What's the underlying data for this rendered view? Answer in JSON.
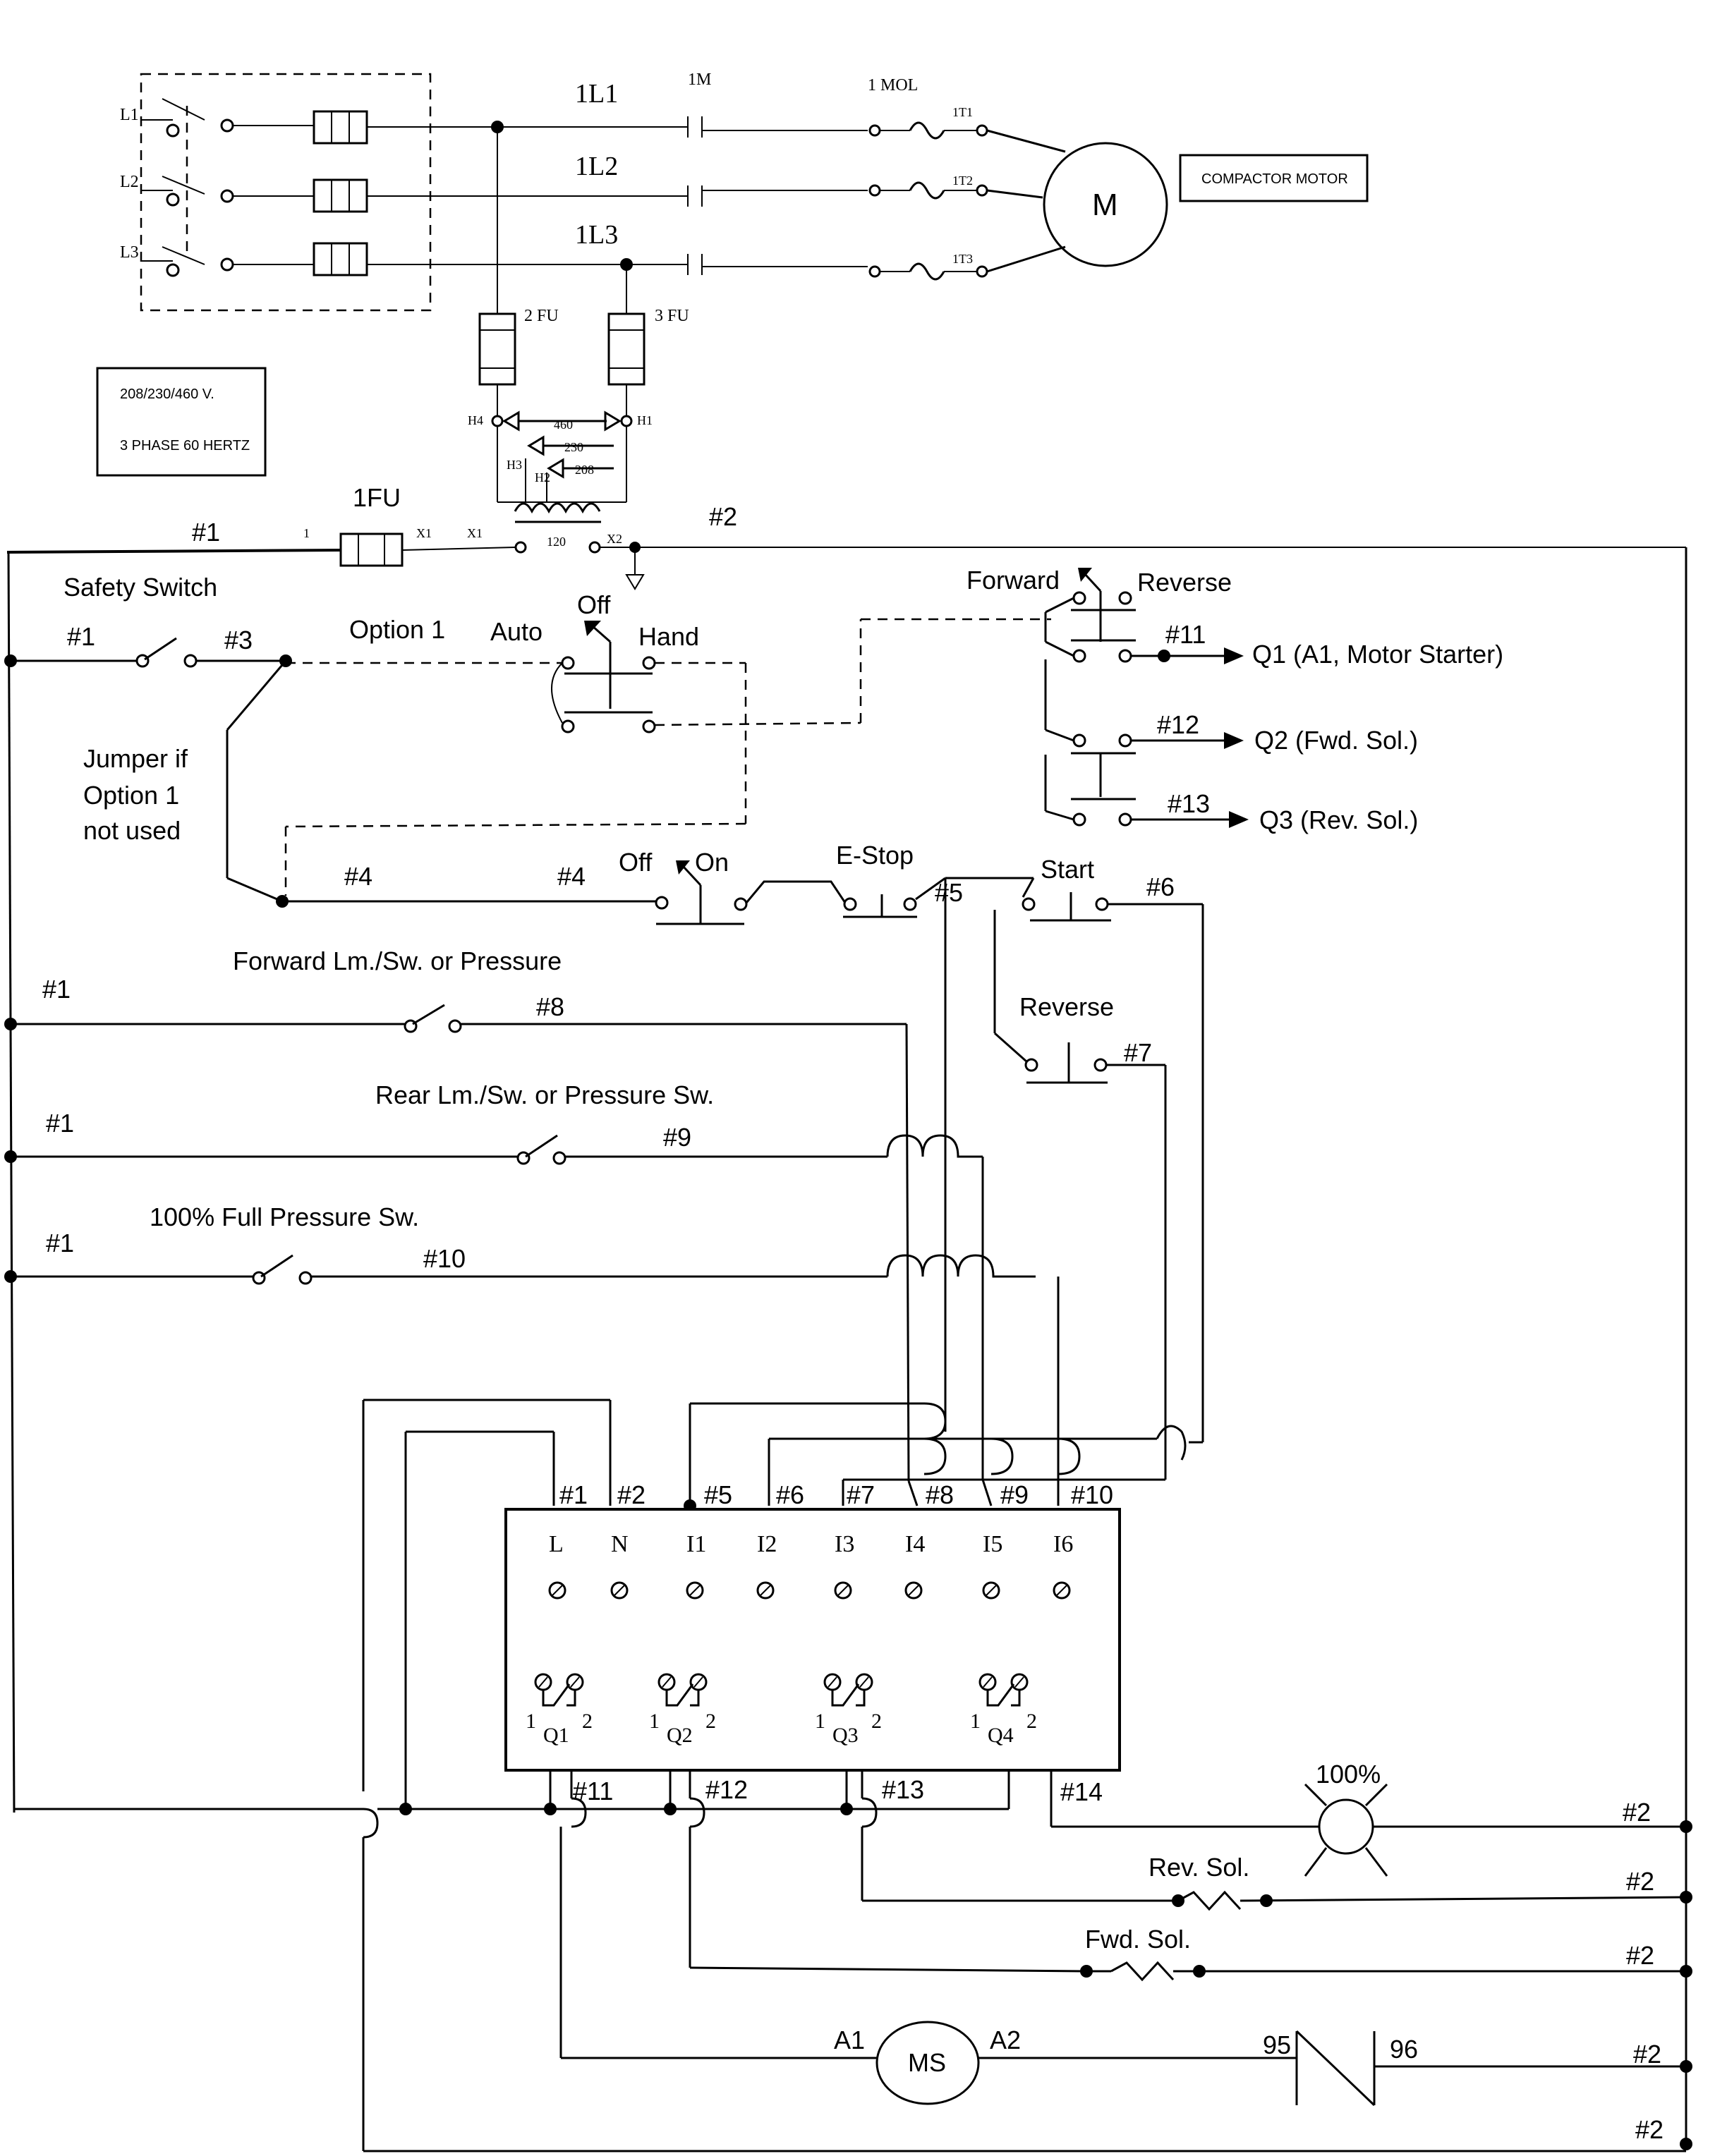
{
  "power": {
    "lines": [
      "L1",
      "L2",
      "L3"
    ],
    "buses": [
      "1L1",
      "1L2",
      "1L3"
    ],
    "contactor": "1M",
    "overload": "1 MOL",
    "motor_terminals": [
      "1T1",
      "1T2",
      "1T3"
    ],
    "motor_symbol": "M",
    "motor_name": "COMPACTOR MOTOR",
    "fuses": [
      "2 FU",
      "3 FU"
    ],
    "supply_line1": "208/230/460 V.",
    "supply_line2": "3 PHASE 60 HERTZ",
    "transformer": {
      "primary": [
        "H4",
        "H3",
        "H2",
        "H1"
      ],
      "taps": [
        "460",
        "230",
        "208"
      ],
      "secondary": [
        "X1",
        "X1",
        "X2"
      ],
      "secondary_voltage": "120",
      "primary_label": "1"
    },
    "control_fuse": "1FU"
  },
  "wires": {
    "w1": "#1",
    "w2": "#2",
    "w3": "#3",
    "w4": "#4",
    "w5": "#5",
    "w6": "#6",
    "w7": "#7",
    "w8": "#8",
    "w9": "#9",
    "w10": "#10",
    "w11": "#11",
    "w12": "#12",
    "w13": "#13",
    "w14": "#14"
  },
  "control": {
    "safety_switch": "Safety Switch",
    "option1": "Option 1",
    "selector": {
      "auto": "Auto",
      "off": "Off",
      "hand": "Hand"
    },
    "jumper": [
      "Jumper if",
      "Option 1",
      "not used"
    ],
    "onoff": {
      "off": "Off",
      "on": "On"
    },
    "estop": "E-Stop",
    "start": "Start",
    "reverse_pb": "Reverse",
    "direction": {
      "forward": "Forward",
      "reverse": "Reverse"
    },
    "outputs": [
      "Q1 (A1, Motor Starter)",
      "Q2 (Fwd. Sol.)",
      "Q3 (Rev. Sol.)"
    ],
    "forward_limit": "Forward Lm./Sw. or Pressure",
    "rear_limit": "Rear Lm./Sw. or Pressure Sw.",
    "full_pressure": "100% Full Pressure Sw."
  },
  "plc": {
    "inputs": [
      "L",
      "N",
      "I1",
      "I2",
      "I3",
      "I4",
      "I5",
      "I6"
    ],
    "outputs": [
      "Q1",
      "Q2",
      "Q3",
      "Q4"
    ],
    "contact_left": "1",
    "contact_right": "2"
  },
  "loads": {
    "lamp": "100%",
    "rev_sol": "Rev. Sol.",
    "fwd_sol": "Fwd. Sol.",
    "ms": "MS",
    "a1": "A1",
    "a2": "A2",
    "ol95": "95",
    "ol96": "96"
  }
}
